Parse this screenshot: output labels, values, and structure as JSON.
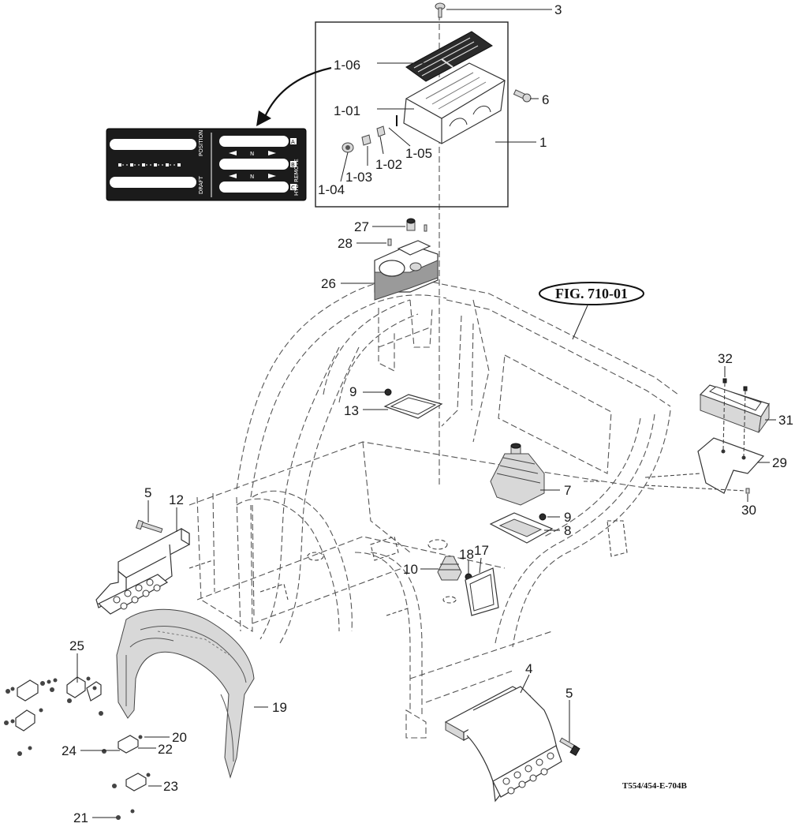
{
  "figure_ref": "FIG. 710-01",
  "drawing_code": "T554/454-E-704B",
  "decal": {
    "top_label": "POSITION",
    "bottom_label": "DRAFT",
    "side_label": "HYD REMOTE",
    "neutral_mark": "N",
    "badges": [
      "A",
      "B",
      "C"
    ]
  },
  "labels": {
    "p3": "3",
    "p1_06": "1-06",
    "p6": "6",
    "p1_01": "1-01",
    "p1": "1",
    "p1_05": "1-05",
    "p1_02": "1-02",
    "p1_03": "1-03",
    "p1_04": "1-04",
    "p27": "27",
    "p28": "28",
    "p26": "26",
    "p32": "32",
    "p31": "31",
    "p29": "29",
    "p30": "30",
    "p9a": "9",
    "p13": "13",
    "p7": "7",
    "p9b": "9",
    "p8": "8",
    "p5a": "5",
    "p12": "12",
    "p18": "18",
    "p17": "17",
    "p10": "10",
    "p25": "25",
    "p19": "19",
    "p4": "4",
    "p5b": "5",
    "p20": "20",
    "p24": "24",
    "p22": "22",
    "p23": "23",
    "p21": "21"
  }
}
